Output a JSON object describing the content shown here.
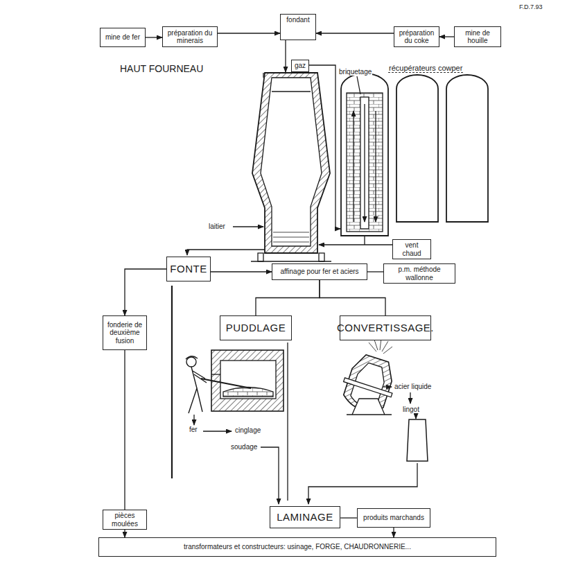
{
  "diagram": {
    "nodes": [
      {
        "text": [
          "mine de fer"
        ]
      },
      {
        "text": [
          "préparation du minerais"
        ]
      },
      {
        "text": [
          "fondant"
        ]
      },
      {
        "text": [
          "préparation du coke"
        ]
      },
      {
        "text": [
          "mine de houille"
        ]
      },
      {
        "text": [
          "gaz"
        ]
      },
      {
        "text": [
          "vent chaud"
        ]
      },
      {
        "text": [
          "FONTE"
        ]
      },
      {
        "text": [
          "affinage pour fer et aciers"
        ]
      },
      {
        "text": [
          "p.m. méthode wallonne"
        ]
      },
      {
        "text": [
          "PUDDLAGE"
        ]
      },
      {
        "text": [
          "CONVERTISSAGE."
        ]
      },
      {
        "text": [
          "fonderie de deuxième fusion"
        ]
      },
      {
        "text": [
          "pièces moulées"
        ]
      },
      {
        "text": [
          "LAMINAGE"
        ]
      },
      {
        "text": [
          "produits marchands"
        ]
      },
      {
        "text": [
          "transformateurs et constructeurs: usinage, FORGE, CHAUDRONNERIE..."
        ]
      }
    ],
    "edges": [
      {
        "from": 0,
        "to": 1,
        "arrow": "to"
      },
      {
        "from": 1,
        "to": 2,
        "arrow": "to"
      },
      {
        "from": 3,
        "to": 2,
        "arrow": "to"
      },
      {
        "from": 4,
        "to": 3,
        "arrow": "to"
      },
      {
        "from": 7,
        "to": 12,
        "arrow": "to"
      },
      {
        "from": 7,
        "to": 8,
        "arrow": "to"
      },
      {
        "from": 9,
        "to": 8,
        "arrow": "none"
      },
      {
        "from": 8,
        "to": 10,
        "arrow": "none"
      },
      {
        "from": 8,
        "to": 11,
        "arrow": "none"
      },
      {
        "from": 12,
        "to": 13,
        "arrow": "none"
      },
      {
        "from": 13,
        "to": 16,
        "arrow": "to"
      },
      {
        "from": 14,
        "to": 15,
        "arrow": "none"
      },
      {
        "from": 15,
        "to": 16,
        "arrow": "to"
      }
    ],
    "labels": [
      "F.D.7.93",
      "HAUT FOURNEAU",
      "récupérateurs cowper",
      "briquetage",
      "laitier",
      "fer",
      "cinglage",
      "soudage",
      "acier liquide",
      "lingot"
    ]
  }
}
